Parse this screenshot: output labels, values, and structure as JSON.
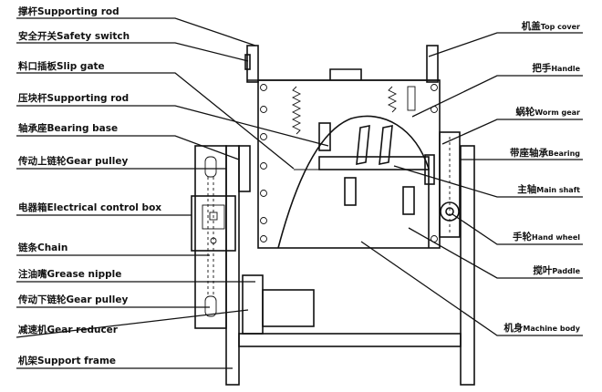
{
  "left_labels": [
    "撑杆Supporting rod",
    "安全开关Safety switch",
    "料口插板Slip gate",
    "压块杆Supporting rod",
    "轴承座Bearing base",
    "传动上链轮Gear pulley",
    "电器箱Electrical control box",
    "链条Chain",
    "注油嘴Grease nipple",
    "传动下链轮Gear pulley",
    "减速机Gear reducer",
    "机架Support frame"
  ],
  "right_labels": [
    {
      "cn": "机盖",
      "en": "Top cover"
    },
    {
      "cn": "把手",
      "en": "Handle"
    },
    {
      "cn": "蜗轮",
      "en": "Worm gear"
    },
    {
      "cn": "带座轴承",
      "en": "Bearing"
    },
    {
      "cn": "主轴",
      "en": "Main shaft"
    },
    {
      "cn": "手轮",
      "en": "Hand wheel"
    },
    {
      "cn": "搅叶",
      "en": "Paddle"
    },
    {
      "cn": "机身",
      "en": "Machine body"
    }
  ]
}
